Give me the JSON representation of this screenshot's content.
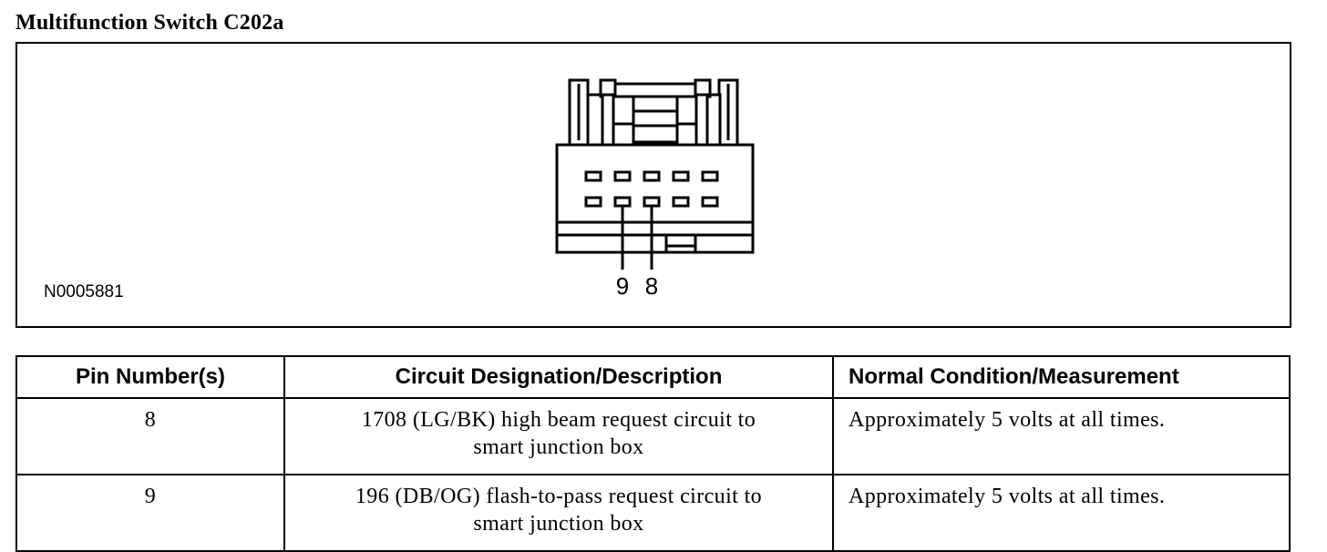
{
  "title": "Multifunction Switch C202a",
  "figure": {
    "id": "N0005881",
    "pin_callouts": [
      "9",
      "8"
    ]
  },
  "table": {
    "headers": [
      "Pin Number(s)",
      "Circuit Designation/Description",
      "Normal Condition/Measurement"
    ],
    "rows": [
      {
        "pin": "8",
        "circuit_line1": "1708 (LG/BK) high beam request circuit to",
        "circuit_line2": "smart junction box",
        "measurement": "Approximately 5 volts at all times."
      },
      {
        "pin": "9",
        "circuit_line1": "196 (DB/OG) flash-to-pass request circuit to",
        "circuit_line2": "smart junction box",
        "measurement": "Approximately 5 volts at all times."
      }
    ]
  }
}
